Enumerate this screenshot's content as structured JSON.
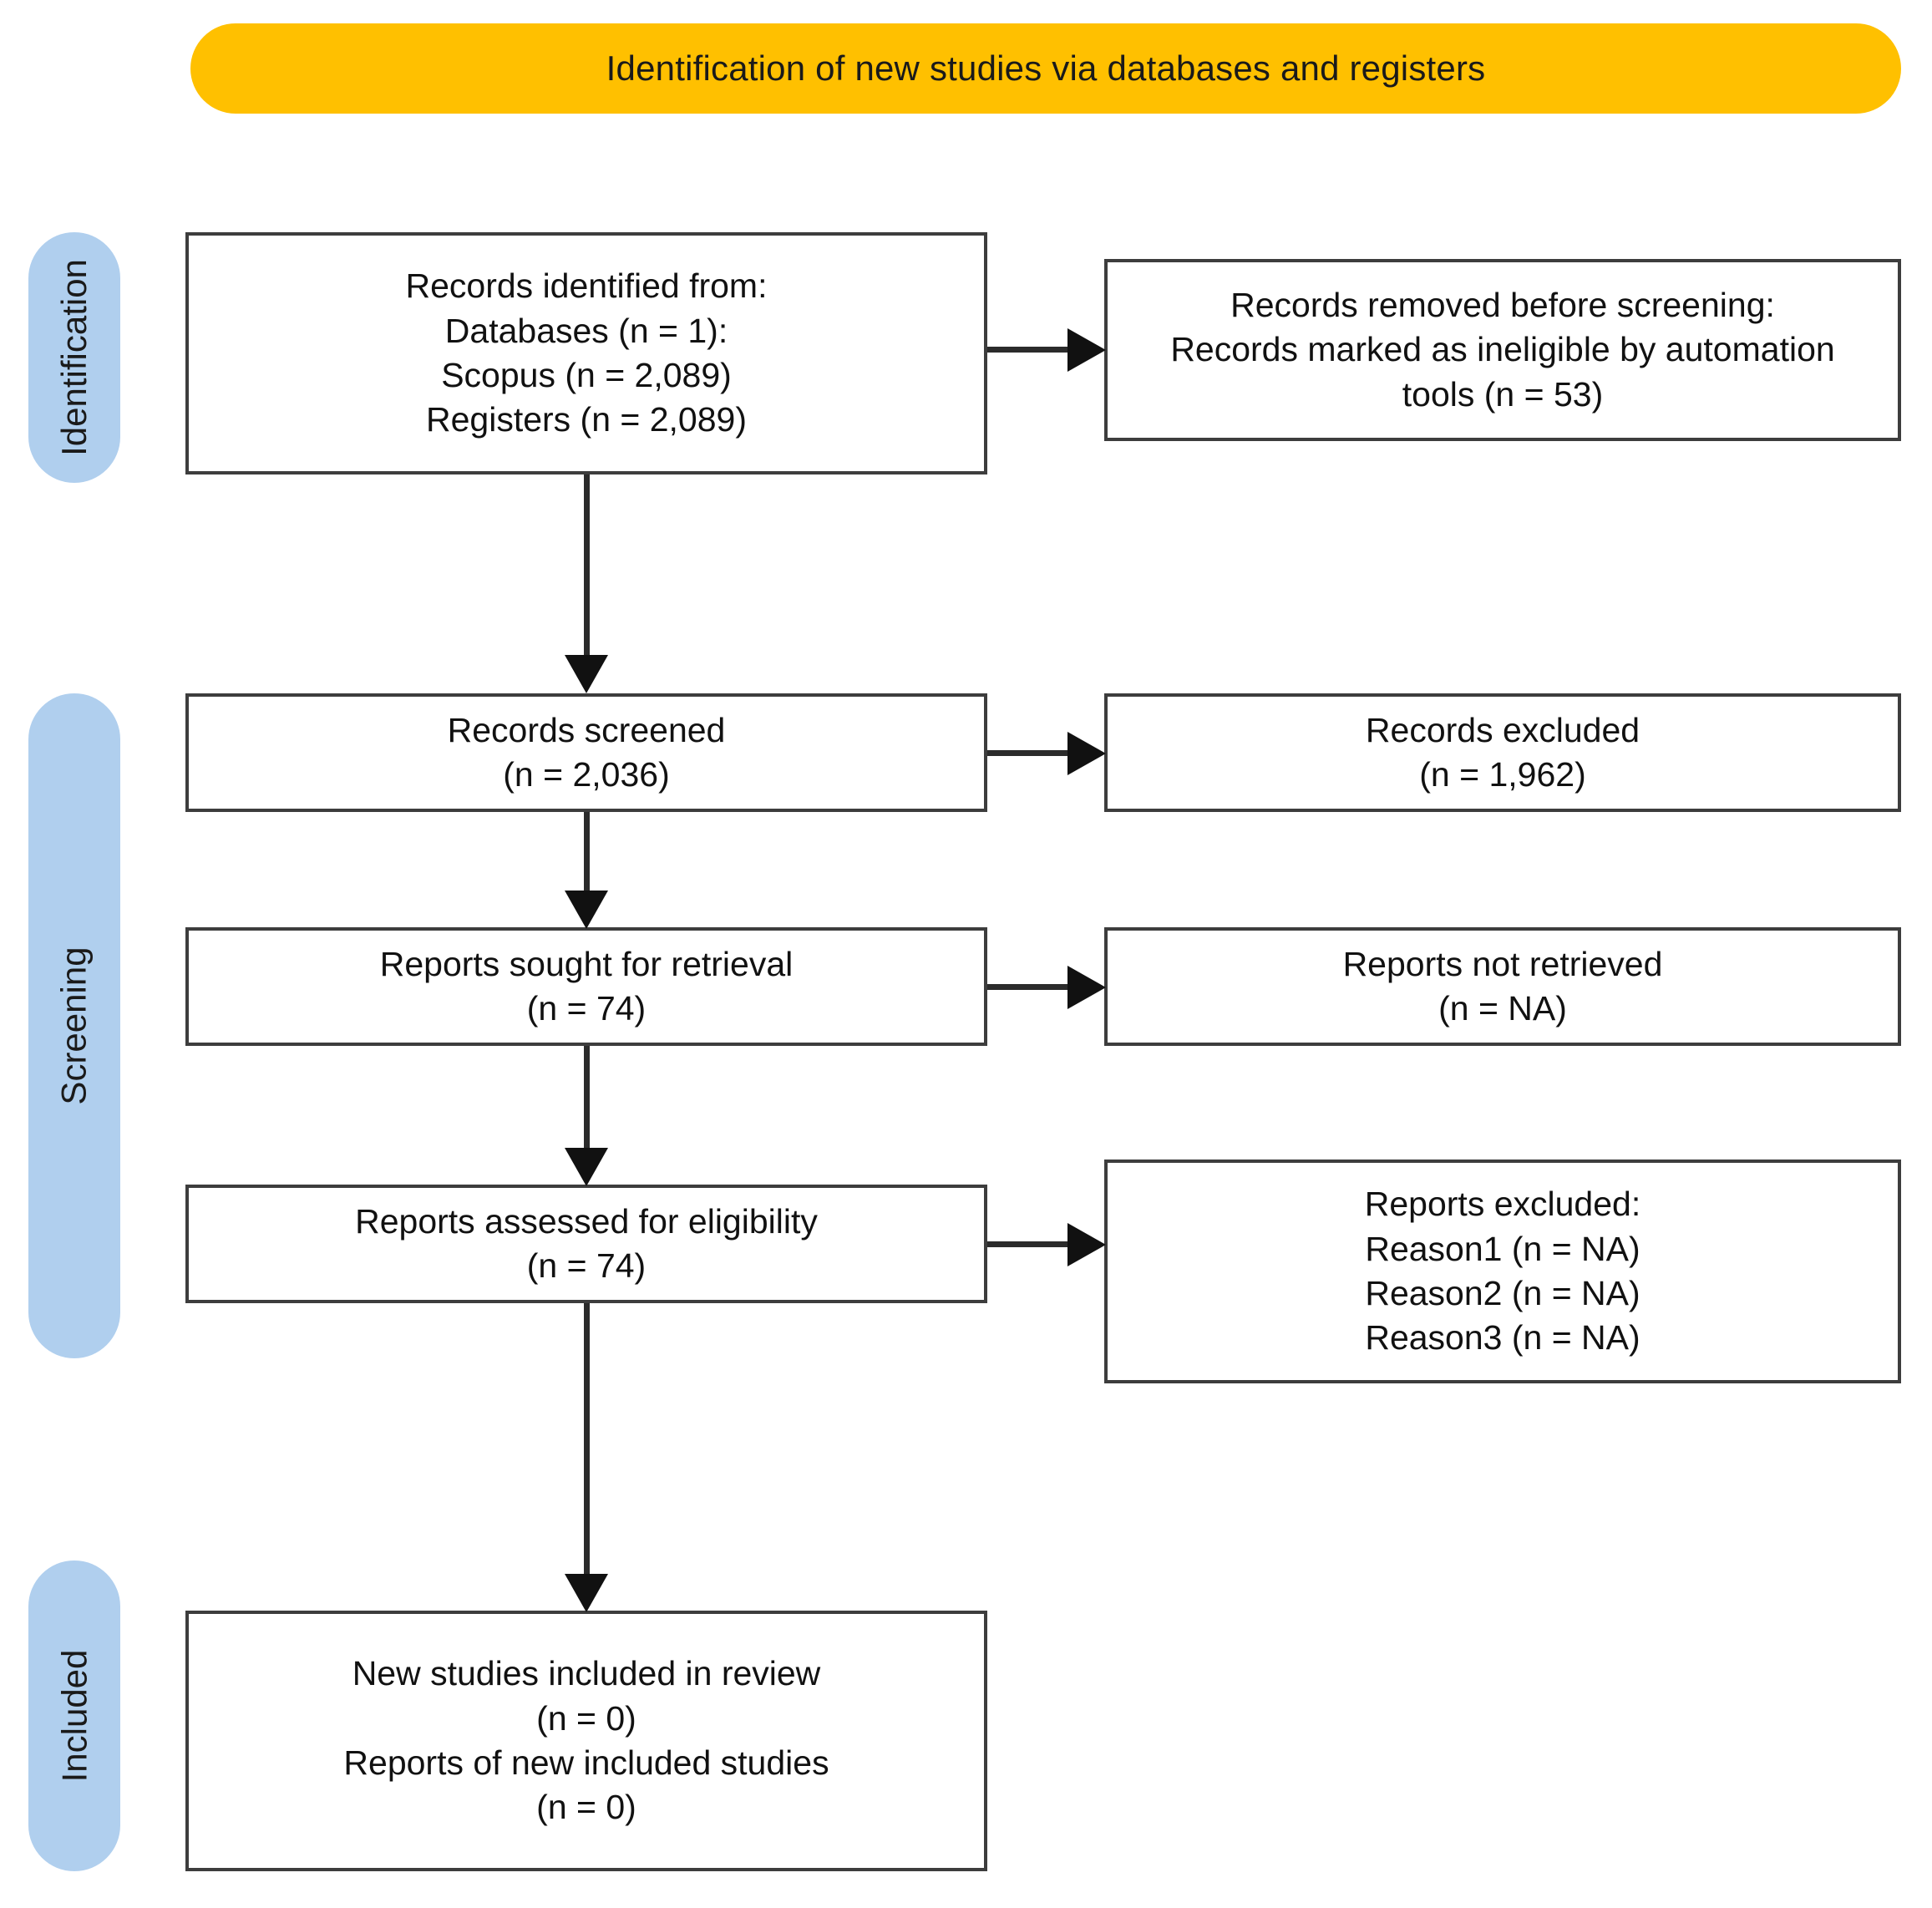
{
  "diagram": {
    "type": "prisma-flow-diagram",
    "banner": {
      "title": "Identification of new studies via databases and registers",
      "color": "#FFC000"
    },
    "phases": [
      {
        "id": "identification",
        "label": "Identification",
        "color": "#B0CFEE"
      },
      {
        "id": "screening",
        "label": "Screening",
        "color": "#B0CFEE"
      },
      {
        "id": "included",
        "label": "Included",
        "color": "#B0CFEE"
      }
    ],
    "boxes": {
      "identified": {
        "name": "Records identified from",
        "lines": [
          "Records identified from:",
          "Databases (n = 1):",
          "Scopus (n = 2,089)",
          "Registers (n = 2,089)"
        ]
      },
      "removed": {
        "name": "Records removed before screening",
        "lines": [
          "Records removed before screening:",
          "Records marked as ineligible by automation",
          "tools (n = 53)"
        ]
      },
      "screened": {
        "name": "Records screened",
        "lines": [
          "Records screened",
          "(n = 2,036)"
        ]
      },
      "excluded": {
        "name": "Records excluded",
        "lines": [
          "Records excluded",
          "(n = 1,962)"
        ]
      },
      "sought": {
        "name": "Reports sought for retrieval",
        "lines": [
          "Reports sought for retrieval",
          "(n = 74)"
        ]
      },
      "notretrieved": {
        "name": "Reports not retrieved",
        "lines": [
          "Reports not retrieved",
          "(n = NA)"
        ]
      },
      "assessed": {
        "name": "Reports assessed for eligibility",
        "lines": [
          "Reports assessed for eligibility",
          "(n = 74)"
        ]
      },
      "repexcluded": {
        "name": "Reports excluded",
        "lines": [
          "Reports excluded:",
          "Reason1 (n = NA)",
          "Reason2 (n = NA)",
          "Reason3 (n = NA)"
        ]
      },
      "included": {
        "name": "New studies included in review",
        "lines": [
          "New studies included in review",
          "(n = 0)",
          "Reports of new included studies",
          "(n = 0)"
        ]
      }
    },
    "counts": {
      "databases": 1,
      "scopus": 2089,
      "registers": 2089,
      "removed_automation": 53,
      "screened": 2036,
      "records_excluded": 1962,
      "sought_for_retrieval": 74,
      "not_retrieved": "NA",
      "assessed_for_eligibility": 74,
      "reports_excluded_reason1": "NA",
      "reports_excluded_reason2": "NA",
      "reports_excluded_reason3": "NA",
      "new_studies_included": 0,
      "reports_of_new_included_studies": 0
    }
  }
}
